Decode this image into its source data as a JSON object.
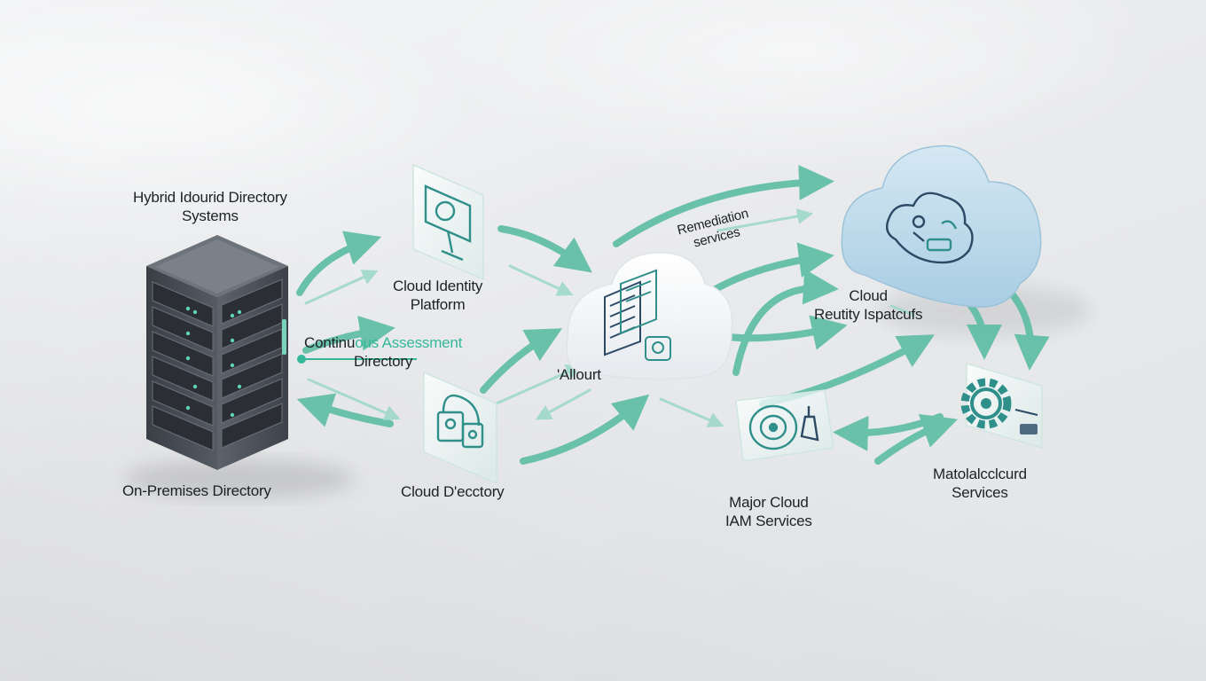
{
  "diagram": {
    "colors": {
      "arrow": "#5fbea5",
      "accent_text": "#35b89a",
      "rack_body": "#4a4f57",
      "cloud_blue": "#bcd9ea",
      "cloud_white": "#f5f7f8",
      "icon_teal": "#2f8f8a",
      "icon_navy": "#2c4a66"
    },
    "labels": {
      "hybrid_title_line1": "Hybrid Idourid Directory",
      "hybrid_title_line2": "Systems",
      "on_prem": "On-Premises Directory",
      "cloud_identity_line1": "Cloud Identity",
      "cloud_identity_line2": "Platform",
      "continuous_prefix": "Continu",
      "continuous_accent": "ous Assessment",
      "continuous_line2": "Directory",
      "cloud_directory": "Cloud D'ecctory",
      "allourt": "'Allourt",
      "remediation_line1": "Remediation",
      "remediation_line2": "services",
      "cloud_right_line1": "Cloud",
      "cloud_right_line2": "Reutity Ispatcufs",
      "major_cloud_line1": "Major Cloud",
      "major_cloud_line2": "IAM Services",
      "mato_line1": "Matolalcclcurd",
      "mato_line2": "Services"
    },
    "nodes": [
      {
        "name": "on-premises-server-rack",
        "icon": "server-rack-icon"
      },
      {
        "name": "cloud-identity-platform-card",
        "icon": "monitor-icon"
      },
      {
        "name": "cloud-directory-card",
        "icon": "lock-user-icon"
      },
      {
        "name": "central-cloud",
        "icon": "dashboard-icon"
      },
      {
        "name": "blue-cloud",
        "icon": "cloud-settings-icon"
      },
      {
        "name": "major-cloud-iam-card",
        "icon": "disc-icon"
      },
      {
        "name": "services-gear-card",
        "icon": "gear-icon"
      }
    ]
  }
}
